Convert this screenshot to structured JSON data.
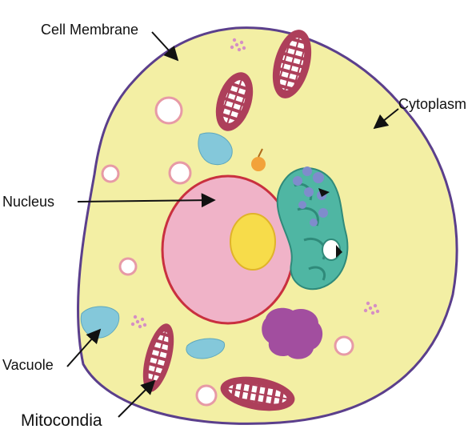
{
  "labels": {
    "cell_membrane": "Cell Membrane",
    "cytoplasm": "Cytoplasm",
    "nucleus": "Nucleus",
    "vacuole": "Vacuole",
    "mitocondia": "Mitocondia"
  },
  "colors": {
    "cytoplasm_fill": "#f3efa4",
    "membrane_stroke": "#5b3f8c",
    "nucleus_fill": "#f0b3c8",
    "nucleus_stroke": "#c9303f",
    "nucleolus_fill": "#f7dc4a",
    "mitochondria_fill": "#ad3f5a",
    "mitochondria_inner": "#ffffff",
    "vacuole_fill": "#84c8da",
    "vesicle_fill": "#ffffff",
    "vesicle_stroke": "#e79aa6",
    "golgi_fill": "#4fb6a3",
    "er_fill": "#7f8ccc",
    "lysosome_fill": "#a24e9f",
    "centrosome_fill": "#f2a23a",
    "ribosome_fill": "#d58fc4"
  }
}
